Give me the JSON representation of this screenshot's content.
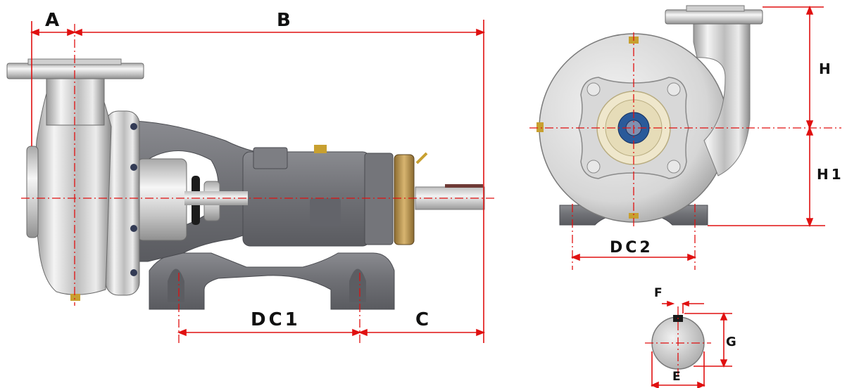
{
  "colors": {
    "dimension_line": "#e01010",
    "steel_light": "#eeeeee",
    "steel_dark": "#8c8c8c",
    "cast_grey": "#6f7075",
    "cast_grey_dark": "#55565b",
    "bronze": "#b89450",
    "cream": "#efe7cc",
    "blue": "#2a5a9a",
    "brass": "#c8a030",
    "label_text": "#111111"
  },
  "labels": {
    "a": "A",
    "b": "B",
    "c": "C",
    "dc1": "DC1",
    "dc2": "DC2",
    "e": "E",
    "f": "F",
    "g": "G",
    "h": "H",
    "h1": "H1"
  }
}
